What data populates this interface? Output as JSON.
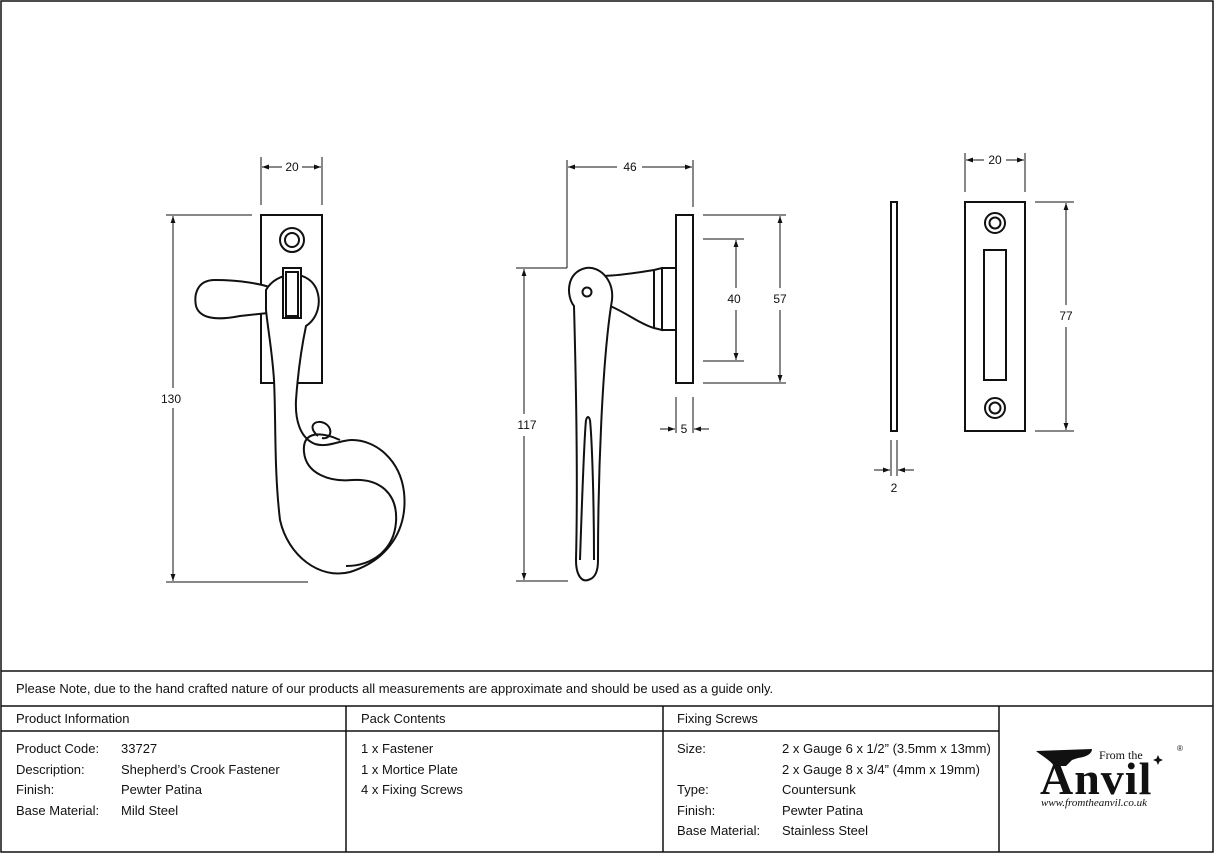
{
  "dimensions": {
    "front_width": "20",
    "front_height": "130",
    "side_depth": "46",
    "side_height": "117",
    "backplate_inner": "40",
    "backplate_outer": "57",
    "backplate_thickness": "5",
    "plate_width": "20",
    "plate_height": "77",
    "plate_thickness": "2"
  },
  "note": "Please Note, due to the hand crafted nature of our products all measurements are approximate and should be used as a guide only.",
  "product_info": {
    "header": "Product Information",
    "labels": [
      "Product Code:",
      "Description:",
      "Finish:",
      "Base Material:"
    ],
    "values": [
      "33727",
      "Shepherd’s Crook Fastener",
      "Pewter Patina",
      "Mild Steel"
    ]
  },
  "pack_contents": {
    "header": "Pack Contents",
    "items": [
      "1 x Fastener",
      "1 x Mortice Plate",
      "4 x Fixing Screws"
    ]
  },
  "fixing_screws": {
    "header": "Fixing Screws",
    "labels": [
      "Size:",
      "",
      "Type:",
      "Finish:",
      "Base Material:"
    ],
    "values": [
      "2 x Gauge 6 x 1/2” (3.5mm x 13mm)",
      "2 x Gauge 8 x 3/4” (4mm x 19mm)",
      "Countersunk",
      "Pewter Patina",
      "Stainless Steel"
    ]
  },
  "logo": {
    "from_the": "From the",
    "registered": "®",
    "brand": "Anvil",
    "url": "www.fromtheanvil.co.uk"
  }
}
